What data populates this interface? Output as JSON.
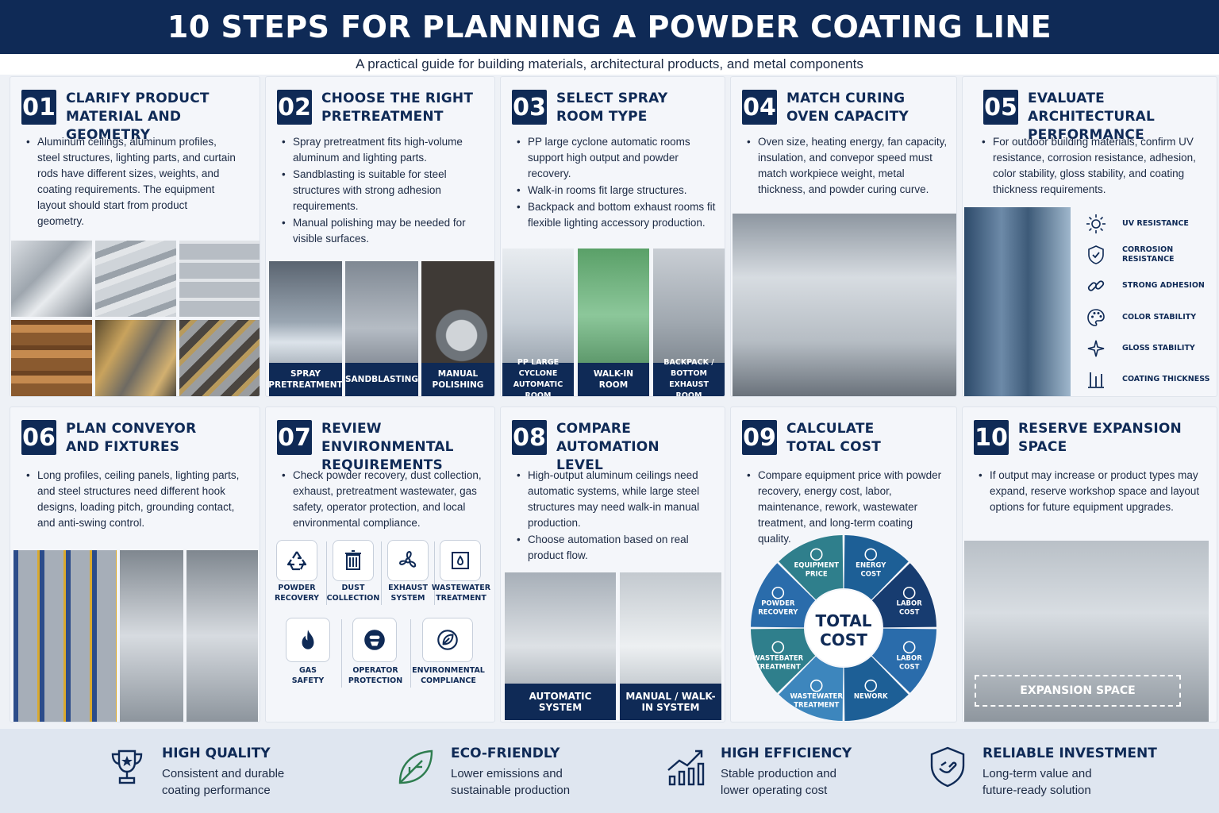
{
  "header": {
    "title": "10 STEPS FOR PLANNING A POWDER COATING LINE",
    "subtitle": "A practical guide for building materials, architectural products, and metal components"
  },
  "steps": [
    {
      "num": "01",
      "title_1": "Clarify Product",
      "title_2": "Material and Geometry",
      "bullets": [
        "Aluminum ceilings, aluminum profiles, steel structures, lighting parts, and curtain rods have different sizes, weights, and coating requirements. The equipment layout should start from product geometry."
      ]
    },
    {
      "num": "02",
      "title_1": "Choose the Right",
      "title_2": "Pretreatment",
      "bullets": [
        "Spray pretreatment fits high-volume aluminum and lighting parts.",
        "Sandblasting is suitable for steel structures with strong adhesion requirements.",
        "Manual polishing may be needed for visible surfaces."
      ],
      "photos": [
        "Spray Pretreatment",
        "Sandblasting",
        "Manual Polishing"
      ]
    },
    {
      "num": "03",
      "title_1": "Select Spray",
      "title_2": "Room Type",
      "bullets": [
        "PP large cyclone automatic rooms support high output and powder recovery.",
        "Walk-in rooms fit large structures.",
        "Backpack and bottom exhaust rooms fit flexible lighting accessory production."
      ],
      "photos": [
        "PP Large Cyclone Automatic Room",
        "Walk-in Room",
        "Backpack / Bottom Exhaust Room"
      ]
    },
    {
      "num": "04",
      "title_1": "Match Curing",
      "title_2": "Oven Capacity",
      "bullets": [
        "Oven size, heating energy, fan capacity, insulation, and convepor speed must match workpiece weight, metal thickness, and powder curing curve."
      ]
    },
    {
      "num": "05",
      "title_1": "Evaluate Architectural",
      "title_2": "Performance",
      "bullets": [
        "For outdoor building materials, confirm UV resistance, corrosion resistance, adhesion, color stability, gloss stability, and coating thickness requirements."
      ],
      "performance": [
        "UV Resistance",
        "Corrosion Resistance",
        "Strong Adhesion",
        "Color Stability",
        "Gloss Stability",
        "Coating Thickness"
      ]
    },
    {
      "num": "06",
      "title_1": "Plan Conveyor",
      "title_2": "and Fixtures",
      "bullets": [
        "Long profiles, ceiling panels, lighting parts, and steel structures need different hook designs, loading pitch, grounding contact, and anti-swing control."
      ]
    },
    {
      "num": "07",
      "title_1": "Review Environmental",
      "title_2": "Requirements",
      "bullets": [
        "Check powder recovery, dust collection, exhaust, pretreatment wastewater, gas safety, operator protection, and local environmental compliance."
      ],
      "icons": [
        [
          "Powder",
          "Recovery"
        ],
        [
          "Dust",
          "Collection"
        ],
        [
          "Exhaust",
          "System"
        ],
        [
          "Wastewater",
          "Treatment"
        ],
        [
          "Gas",
          "Safety"
        ],
        [
          "Operator",
          "Protection"
        ],
        [
          "Environmental",
          "Compliance"
        ]
      ]
    },
    {
      "num": "08",
      "title_1": "Compare Automation",
      "title_2": "Level",
      "bullets": [
        "High-output aluminum ceilings need automatic systems, while large steel structures may need walk-in manual production.",
        "Choose automation based on real product flow."
      ],
      "photos": [
        "Automatic System",
        "Manual / Walk-in System"
      ]
    },
    {
      "num": "09",
      "title_1": "Calculate",
      "title_2": "Total Cost",
      "bullets": [
        "Compare equipment price with powder recovery, energy cost, labor, maintenance, rework, wastewater treatment, and long-term coating quality."
      ],
      "wheel": {
        "center_1": "TOTAL",
        "center_2": "COST",
        "segments": [
          [
            "Equipment",
            "Price"
          ],
          [
            "Energy",
            "Cost"
          ],
          [
            "Labor",
            "Cost"
          ],
          [
            "Labor",
            "Cost"
          ],
          [
            "Nework",
            ""
          ],
          [
            "Wastewater",
            "Treatment"
          ],
          [
            "Wastebater",
            "Treatment"
          ],
          [
            "Powder",
            "Recovery"
          ]
        ]
      }
    },
    {
      "num": "10",
      "title_1": "Reserve Expansion",
      "title_2": "Space",
      "bullets": [
        "If output may increase or product types may expand, reserve workshop space and layout options for future equipment upgrades."
      ],
      "expansion_label": "EXPANSION SPACE"
    }
  ],
  "footer": [
    {
      "title": "HIGH QUALITY",
      "desc": "Consistent and durable coating performance",
      "icon": "trophy-icon"
    },
    {
      "title": "ECO-FRIENDLY",
      "desc": "Lower emissions and sustainable production",
      "icon": "leaf-icon"
    },
    {
      "title": "HIGH EFFICIENCY",
      "desc": "Stable production and lower operating cost",
      "icon": "growth-chart-icon"
    },
    {
      "title": "RELIABLE INVESTMENT",
      "desc": "Long-term value and future-ready solution",
      "icon": "shield-icon"
    }
  ],
  "colors": {
    "navy": "#0f2a56",
    "wheel_1": "#2f7f8c",
    "wheel_2": "#1d5f96",
    "wheel_3": "#173c70",
    "wheel_4": "#2a6cab",
    "wheel_5": "#3d86bd"
  }
}
